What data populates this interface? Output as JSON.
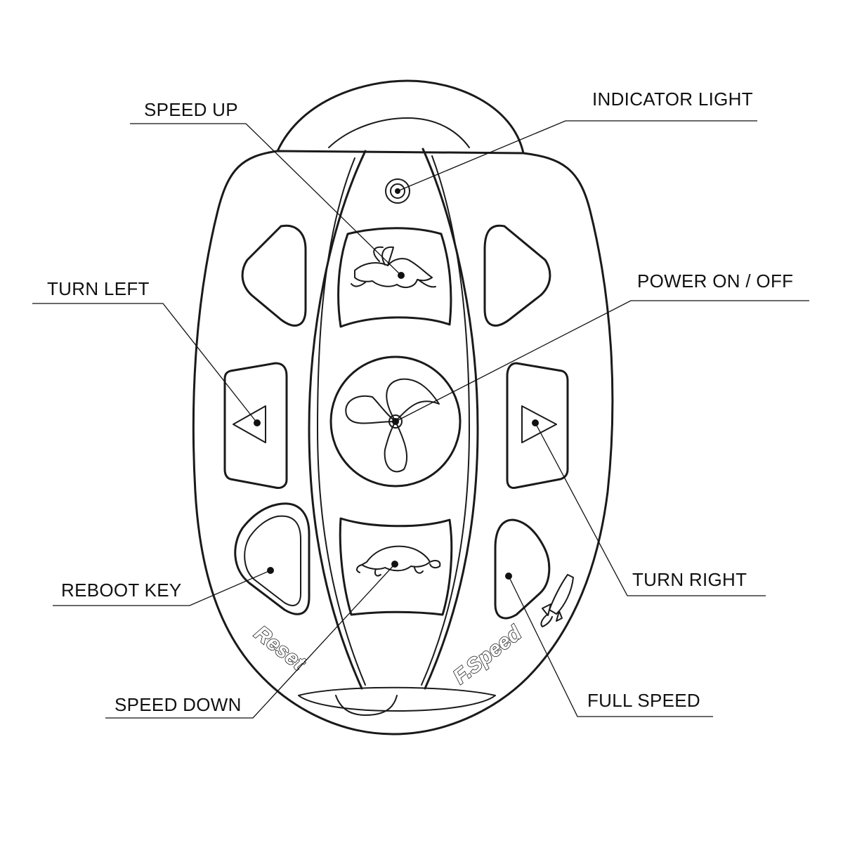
{
  "labels": {
    "speed_up": "SPEED UP",
    "indicator_light": "INDICATOR LIGHT",
    "turn_left": "TURN LEFT",
    "power": "POWER ON / OFF",
    "turn_right": "TURN RIGHT",
    "reboot_key": "REBOOT KEY",
    "full_speed": "FULL SPEED",
    "speed_down": "SPEED DOWN"
  },
  "engravings": {
    "reset": "Reset",
    "fspeed": "F.Speed"
  },
  "icons": {
    "speed_up": "rabbit-icon",
    "speed_down": "turtle-icon",
    "power": "propeller-icon",
    "full_speed": "rocket-icon",
    "indicator": "led-ring-icon"
  },
  "colors": {
    "line": "#1a1a1a",
    "background": "#ffffff"
  }
}
